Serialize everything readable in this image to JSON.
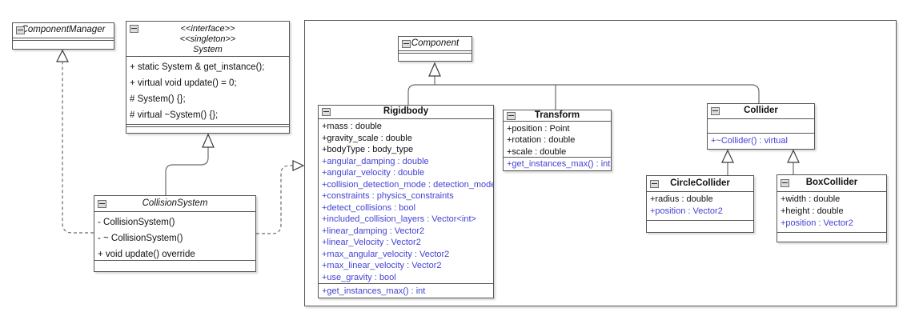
{
  "diagram_type": "uml-class-diagram",
  "colors": {
    "member_text": "#111111",
    "member_text_blue": "#4343d3",
    "box_border": "#565656",
    "edge_line": "#6b6b6b",
    "background": "#ffffff"
  },
  "classes": {
    "component_manager": {
      "name": "ComponentManager"
    },
    "system": {
      "stereotypes": [
        "<<interface>>",
        "<<singleton>>"
      ],
      "name": "System",
      "methods": [
        "+ static System & get_instance();",
        "+ virtual void update() = 0;",
        "# System() {};",
        "# virtual ~System() {};"
      ]
    },
    "collision_system": {
      "name": "CollisionSystem",
      "members": [
        "- CollisionSystem()",
        "- ~ CollisionSystem()",
        "+ void update() override"
      ]
    },
    "component": {
      "name": "Component"
    },
    "rigidbody": {
      "name": "Rigidbody",
      "attributes": [
        "+mass : double",
        "+gravity_scale : double",
        "+bodyType : body_type",
        "+angular_damping : double",
        "+angular_velocity : double",
        "+collision_detection_mode : detection_mode",
        "+constraints : physics_constraints",
        "+detect_collisions : bool",
        "+included_collision_layers : Vector<int>",
        "+linear_damping : Vector2",
        "+linear_Velocity : Vector2",
        "+max_angular_velocity : Vector2",
        "+max_linear_velocity : Vector2",
        "+use_gravity : bool"
      ],
      "methods": [
        "+get_instances_max() : int"
      ]
    },
    "transform": {
      "name": "Transform",
      "attributes": [
        "+position : Point",
        "+rotation : double",
        "+scale : double"
      ],
      "methods": [
        "+get_instances_max() : int"
      ]
    },
    "collider": {
      "name": "Collider",
      "methods": [
        "+~Collider() : virtual"
      ]
    },
    "circle_collider": {
      "name": "CircleCollider",
      "attributes": [
        "+radius : double",
        "+position : Vector2"
      ]
    },
    "box_collider": {
      "name": "BoxCollider",
      "attributes": [
        "+width : double",
        "+height : double",
        "+position : Vector2"
      ]
    }
  }
}
